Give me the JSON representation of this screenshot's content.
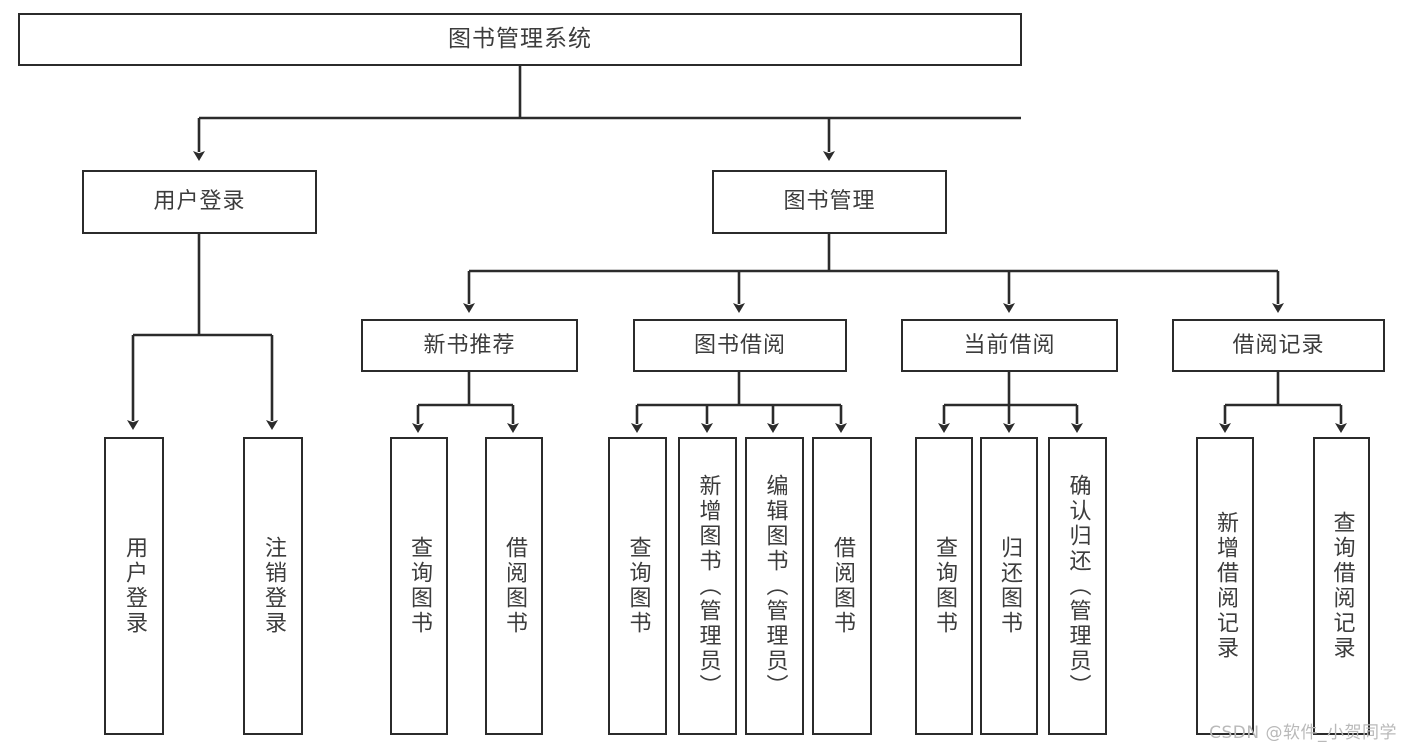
{
  "diagram": {
    "title": "图书管理系统",
    "type": "tree-structure-chart",
    "colors": {
      "background": "#ffffff",
      "box_border": "#2b2b2b",
      "box_fill": "#ffffff",
      "text": "#3c3c3c",
      "connector": "#2b2b2b",
      "watermark": "#b9b9b9"
    },
    "levels": {
      "level1": [
        "图书管理系统"
      ],
      "level2": [
        "用户登录",
        "图书管理"
      ],
      "level3": [
        "新书推荐",
        "图书借阅",
        "当前借阅",
        "借阅记录"
      ],
      "level4": [
        "用户登录",
        "注销登录",
        "查询图书",
        "借阅图书",
        "查询图书",
        "新增图书（管理员）",
        "编辑图书（管理员）",
        "借阅图书",
        "查询图书",
        "归还图书",
        "确认归还（管理员）",
        "新增借阅记录",
        "查询借阅记录"
      ]
    },
    "nodes": {
      "root": {
        "label": "图书管理系统"
      },
      "user_login": {
        "label": "用户登录"
      },
      "book_manage": {
        "label": "图书管理"
      },
      "new_book_rec": {
        "label": "新书推荐"
      },
      "book_borrow": {
        "label": "图书借阅"
      },
      "current_borrow": {
        "label": "当前借阅"
      },
      "borrow_record": {
        "label": "借阅记录"
      },
      "leaf_user_login": {
        "label": "用户登录"
      },
      "leaf_logout": {
        "label": "注销登录"
      },
      "leaf_query_book_1": {
        "label": "查询图书"
      },
      "leaf_borrow_book_1": {
        "label": "借阅图书"
      },
      "leaf_query_book_2": {
        "label": "查询图书"
      },
      "leaf_add_book_admin": {
        "label": "新增图书（管理员）"
      },
      "leaf_edit_book_admin": {
        "label": "编辑图书（管理员）"
      },
      "leaf_borrow_book_2": {
        "label": "借阅图书"
      },
      "leaf_query_book_3": {
        "label": "查询图书"
      },
      "leaf_return_book": {
        "label": "归还图书"
      },
      "leaf_confirm_return_admin": {
        "label": "确认归还（管理员）"
      },
      "leaf_add_borrow_record": {
        "label": "新增借阅记录"
      },
      "leaf_query_borrow_record": {
        "label": "查询借阅记录"
      }
    },
    "watermark": "CSDN @软件_小贺同学"
  }
}
